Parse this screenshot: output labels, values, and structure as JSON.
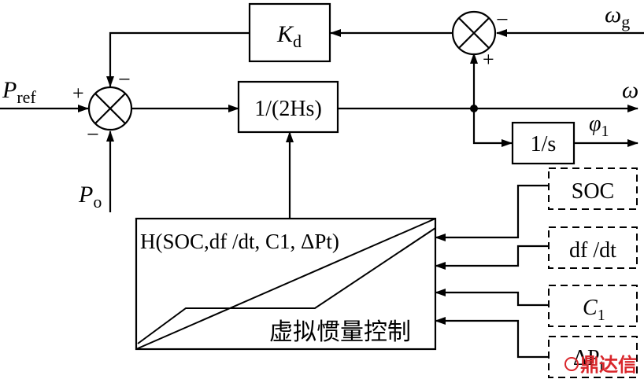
{
  "blocks": {
    "kd": "K",
    "kd_sub": "d",
    "integrator_main": "1/(2Hs)",
    "integrator_phase": "1/s",
    "h_func": "H(SOC,df /dt, C1, ΔPt)",
    "h_title": "虚拟惯量控制"
  },
  "inputs": {
    "p_ref": "P",
    "p_ref_sub": "ref",
    "p_o": "P",
    "p_o_sub": "o",
    "omega_g": "ω",
    "omega_g_sub": "g"
  },
  "outputs": {
    "omega": "ω",
    "phi": "φ",
    "phi_sub": "1"
  },
  "signals": {
    "soc": "SOC",
    "dfdt": "df /dt",
    "c1": "C",
    "c1_sub": "1",
    "dpt": "ΔP",
    "dpt_sub": "t"
  },
  "signs": {
    "sum_left_plus": "+",
    "sum_left_minus_top": "−",
    "sum_left_minus_bottom": "−",
    "sum_right_minus": "−",
    "sum_right_plus": "+"
  },
  "watermark": "鼎达信"
}
